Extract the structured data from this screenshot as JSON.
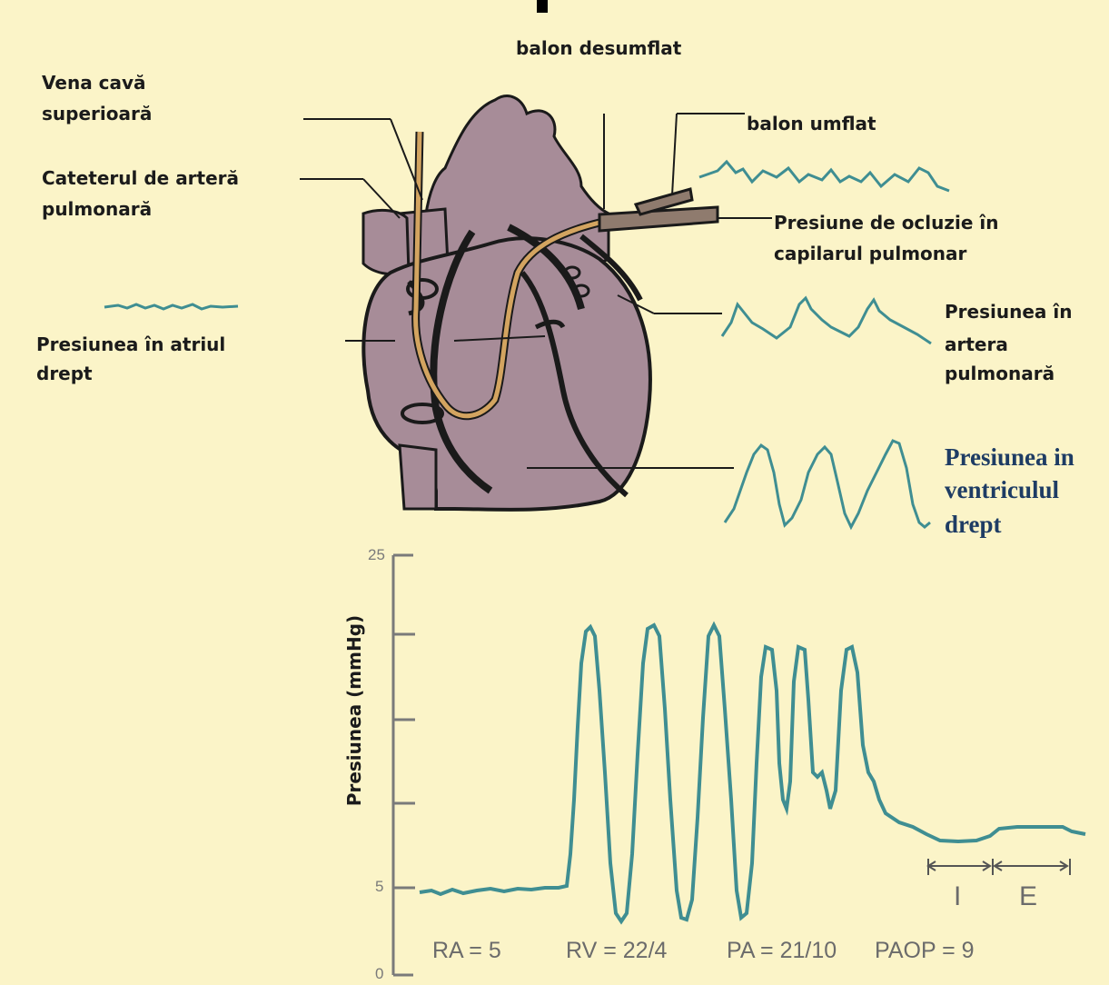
{
  "labels": {
    "balon_desumflat": "balon desumflat",
    "vena_cava_line1": "Vena cavă",
    "vena_cava_line2": "superioară",
    "balon_umflat": "balon umflat",
    "cateter_line1": "Cateterul de arteră",
    "cateter_line2": "pulmonară",
    "ocluzie_line1": "Presiune de ocluzie în",
    "ocluzie_line2": "capilarul pulmonar",
    "atriu_line1": "Presiunea în atriul",
    "atriu_line2": "drept",
    "artera_line1": "Presiunea în",
    "artera_line2": "artera",
    "artera_line3": "pulmonară",
    "ventricul_line1": "Presiunea in",
    "ventricul_line2": "ventriculul",
    "ventricul_line3": "drept"
  },
  "chart": {
    "ylabel": "Presiunea (mmHg)",
    "ytick_25": "25",
    "ytick_5": "5",
    "ytick_0": "0",
    "resp_inspiration": "I",
    "resp_expiration": "E"
  },
  "values": {
    "ra": "RA = 5",
    "rv": "RV = 22/4",
    "pa": "PA = 21/10",
    "paop": "PAOP = 9"
  },
  "colors": {
    "background": "#fbf4c8",
    "heart": "#a78c98",
    "trace": "#3f8e92",
    "catheter": "#d3a460"
  }
}
